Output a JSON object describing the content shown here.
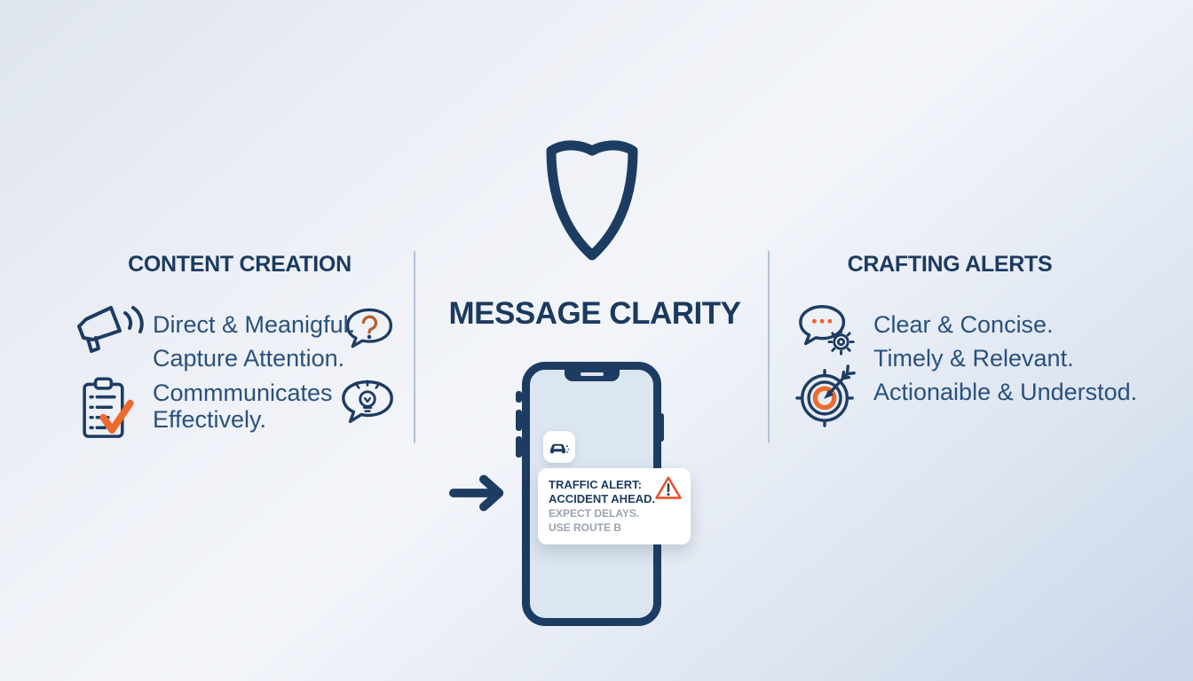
{
  "colors": {
    "navy": "#1d3c62",
    "text_blue": "#28517e",
    "accent_orange": "#ed6a2e",
    "alert_orange": "#e8512b",
    "muted_gray": "#9aa3af",
    "screen_blue": "#dce6f1",
    "divider": "#b3c1d4"
  },
  "center": {
    "title": "MESSAGE CLARITY",
    "shield_icon": "shield-outline-icon",
    "arrow_icon": "right-arrow-icon",
    "phone": {
      "app_icon": "car-accident-app-icon",
      "notification": {
        "title_lines": [
          "TRAFFIC ALERT:",
          "ACCIDENT AHEAD."
        ],
        "body_lines": [
          "EXPECT DELAYS.",
          "USE ROUTE B"
        ],
        "warning_icon": "warning-triangle-icon"
      }
    }
  },
  "left_panel": {
    "heading": "CONTENT CREATION",
    "lines": [
      "Direct & Meanigful.",
      "Capture Attention.",
      "Commmunicates Effectively."
    ],
    "icons": [
      "megaphone-icon",
      "clipboard-check-icon",
      "question-bubble-icon",
      "lightbulb-bubble-icon"
    ]
  },
  "right_panel": {
    "heading": "CRAFTING ALERTS",
    "lines": [
      "Clear & Concise.",
      "Timely & Relevant.",
      "Actionaible & Understod."
    ],
    "icons": [
      "chat-gear-icon",
      "target-arrow-icon"
    ]
  }
}
